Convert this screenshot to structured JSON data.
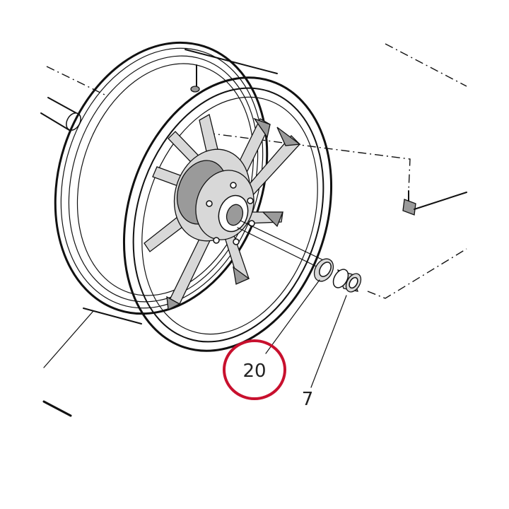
{
  "callouts": [
    {
      "id": "seal",
      "number": "20",
      "highlighted": true
    },
    {
      "id": "spacer",
      "number": "7",
      "highlighted": false
    }
  ],
  "colors": {
    "highlight_ring": "#c8102e",
    "line_art": "#111111",
    "background": "#ffffff"
  }
}
